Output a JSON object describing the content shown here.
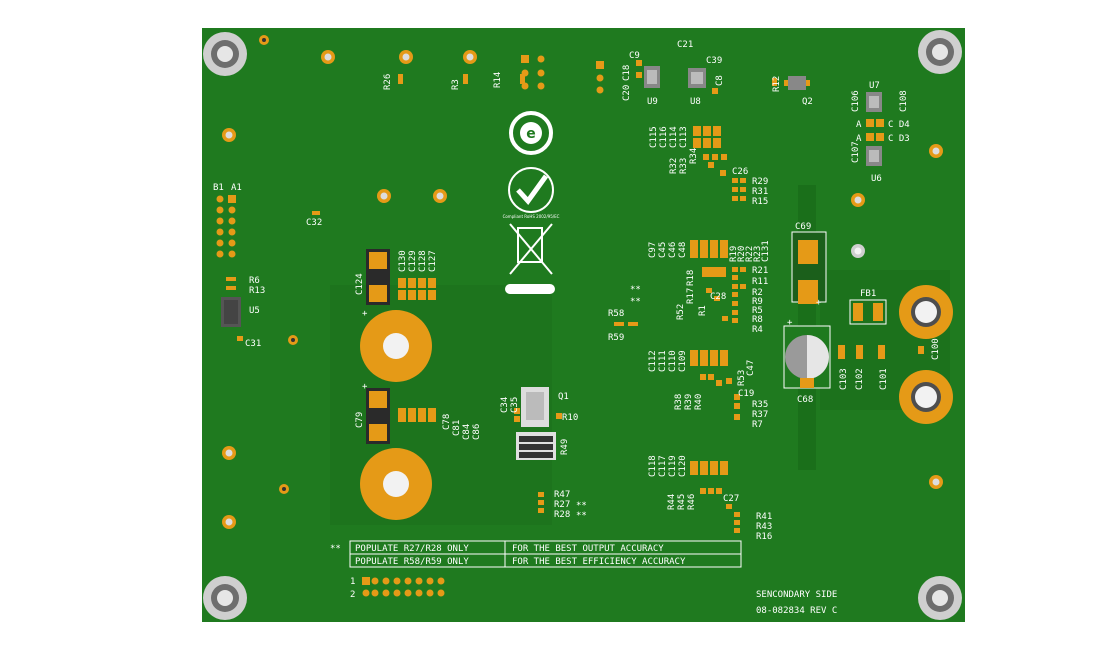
{
  "board": {
    "colors": {
      "pcb": "#1f7a1f",
      "pcb_dark": "#196619",
      "copper": "#e59a17",
      "silk": "#ffffff",
      "hole": "#e8e8e8",
      "trace": "#1a6f1a"
    },
    "footer": {
      "side": "SENCONDARY SIDE",
      "part": "08-082834 REV C"
    },
    "note": {
      "marker": "**",
      "rows": [
        {
          "left": "POPULATE R27/R28 ONLY",
          "right": "FOR THE BEST OUTPUT  ACCURACY"
        },
        {
          "left": "POPULATE R58/R59 ONLY",
          "right": "FOR THE BEST EFFICIENCY ACCURACY"
        }
      ]
    },
    "connector": {
      "pin1": "1",
      "pin2": "2"
    },
    "markers": {
      "stars": "**",
      "plus": "+"
    },
    "refs": [
      {
        "id": "C21",
        "label": "C21"
      },
      {
        "id": "C9",
        "label": "C9"
      },
      {
        "id": "C39",
        "label": "C39"
      },
      {
        "id": "C20",
        "label": "C20"
      },
      {
        "id": "C18",
        "label": "C18"
      },
      {
        "id": "U9",
        "label": "U9"
      },
      {
        "id": "U8",
        "label": "U8"
      },
      {
        "id": "C8",
        "label": "C8"
      },
      {
        "id": "R12",
        "label": "R12"
      },
      {
        "id": "Q2",
        "label": "Q2"
      },
      {
        "id": "U7",
        "label": "U7"
      },
      {
        "id": "C106",
        "label": "C106"
      },
      {
        "id": "C108",
        "label": "C108"
      },
      {
        "id": "A1a",
        "label": "A"
      },
      {
        "id": "D4",
        "label": "C D4"
      },
      {
        "id": "A2a",
        "label": "A"
      },
      {
        "id": "D3",
        "label": "C D3"
      },
      {
        "id": "C107",
        "label": "C107"
      },
      {
        "id": "U6",
        "label": "U6"
      },
      {
        "id": "R26",
        "label": "R26"
      },
      {
        "id": "R3",
        "label": "R3"
      },
      {
        "id": "R14",
        "label": "R14"
      },
      {
        "id": "C115",
        "label": "C115"
      },
      {
        "id": "C116",
        "label": "C116"
      },
      {
        "id": "C114",
        "label": "C114"
      },
      {
        "id": "C113",
        "label": "C113"
      },
      {
        "id": "R32",
        "label": "R32"
      },
      {
        "id": "R33",
        "label": "R33"
      },
      {
        "id": "R34",
        "label": "R34"
      },
      {
        "id": "C26",
        "label": "C26"
      },
      {
        "id": "R29",
        "label": "R29"
      },
      {
        "id": "R31",
        "label": "R31"
      },
      {
        "id": "R15",
        "label": "R15"
      },
      {
        "id": "B1",
        "label": "B1"
      },
      {
        "id": "A1",
        "label": "A1"
      },
      {
        "id": "C32",
        "label": "C32"
      },
      {
        "id": "C130",
        "label": "C130"
      },
      {
        "id": "C129",
        "label": "C129"
      },
      {
        "id": "C128",
        "label": "C128"
      },
      {
        "id": "C127",
        "label": "C127"
      },
      {
        "id": "C124",
        "label": "C124"
      },
      {
        "id": "C97",
        "label": "C97"
      },
      {
        "id": "C45",
        "label": "C45"
      },
      {
        "id": "C46",
        "label": "C46"
      },
      {
        "id": "C48",
        "label": "C48"
      },
      {
        "id": "R19",
        "label": "R19"
      },
      {
        "id": "R20",
        "label": "R20"
      },
      {
        "id": "R22",
        "label": "R22"
      },
      {
        "id": "R23",
        "label": "R23"
      },
      {
        "id": "C131",
        "label": "C131"
      },
      {
        "id": "C69",
        "label": "C69"
      },
      {
        "id": "R21",
        "label": "R21"
      },
      {
        "id": "R11",
        "label": "R11"
      },
      {
        "id": "R2",
        "label": "R2"
      },
      {
        "id": "R9",
        "label": "R9"
      },
      {
        "id": "R5",
        "label": "R5"
      },
      {
        "id": "R8",
        "label": "R8"
      },
      {
        "id": "R4",
        "label": "R4"
      },
      {
        "id": "C28",
        "label": "C28"
      },
      {
        "id": "R18",
        "label": "R18"
      },
      {
        "id": "R17",
        "label": "R17"
      },
      {
        "id": "R52",
        "label": "R52"
      },
      {
        "id": "R1",
        "label": "R1"
      },
      {
        "id": "FB1",
        "label": "FB1"
      },
      {
        "id": "R6",
        "label": "R6"
      },
      {
        "id": "R13",
        "label": "R13"
      },
      {
        "id": "U5",
        "label": "U5"
      },
      {
        "id": "C31",
        "label": "C31"
      },
      {
        "id": "R58",
        "label": "R58"
      },
      {
        "id": "R59",
        "label": "R59"
      },
      {
        "id": "C112",
        "label": "C112"
      },
      {
        "id": "C111",
        "label": "C111"
      },
      {
        "id": "C110",
        "label": "C110"
      },
      {
        "id": "C109",
        "label": "C109"
      },
      {
        "id": "R53",
        "label": "R53"
      },
      {
        "id": "C47",
        "label": "C47"
      },
      {
        "id": "C68",
        "label": "C68"
      },
      {
        "id": "C103",
        "label": "C103"
      },
      {
        "id": "C102",
        "label": "C102"
      },
      {
        "id": "C101",
        "label": "C101"
      },
      {
        "id": "C100",
        "label": "C100"
      },
      {
        "id": "C19",
        "label": "C19"
      },
      {
        "id": "R38",
        "label": "R38"
      },
      {
        "id": "R39",
        "label": "R39"
      },
      {
        "id": "R40",
        "label": "R40"
      },
      {
        "id": "R35",
        "label": "R35"
      },
      {
        "id": "R37",
        "label": "R37"
      },
      {
        "id": "R7",
        "label": "R7"
      },
      {
        "id": "C34",
        "label": "C34"
      },
      {
        "id": "C35",
        "label": "C35"
      },
      {
        "id": "Q1",
        "label": "Q1"
      },
      {
        "id": "R10",
        "label": "R10"
      },
      {
        "id": "R49",
        "label": "R49"
      },
      {
        "id": "C79",
        "label": "C79"
      },
      {
        "id": "C78",
        "label": "C78"
      },
      {
        "id": "C81",
        "label": "C81"
      },
      {
        "id": "C84",
        "label": "C84"
      },
      {
        "id": "C86",
        "label": "C86"
      },
      {
        "id": "C118",
        "label": "C118"
      },
      {
        "id": "C117",
        "label": "C117"
      },
      {
        "id": "C119",
        "label": "C119"
      },
      {
        "id": "C120",
        "label": "C120"
      },
      {
        "id": "R44",
        "label": "R44"
      },
      {
        "id": "R45",
        "label": "R45"
      },
      {
        "id": "R46",
        "label": "R46"
      },
      {
        "id": "C27",
        "label": "C27"
      },
      {
        "id": "R41",
        "label": "R41"
      },
      {
        "id": "R43",
        "label": "R43"
      },
      {
        "id": "R16",
        "label": "R16"
      },
      {
        "id": "R47",
        "label": "R47"
      },
      {
        "id": "R27",
        "label": "R27"
      },
      {
        "id": "R28",
        "label": "R28"
      }
    ],
    "logos": [
      {
        "name": "e-recycle-logo",
        "text": "e"
      },
      {
        "name": "rohs-compliant-logo",
        "text": "Compliant RoHS 2002/95/EC"
      },
      {
        "name": "weee-bin-logo",
        "text": ""
      }
    ]
  }
}
